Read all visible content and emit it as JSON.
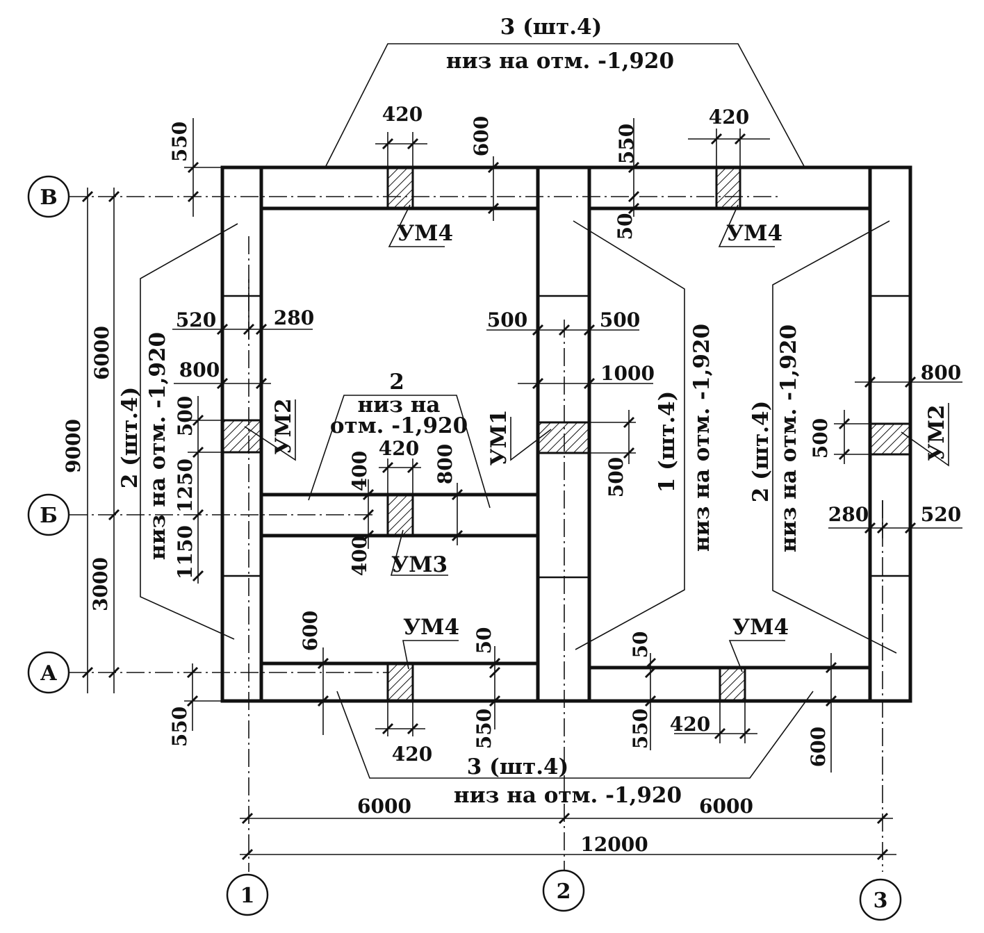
{
  "colors": {
    "ink": "#111111",
    "paper": "#ffffff"
  },
  "axes": {
    "rows": [
      "В",
      "Б",
      "А"
    ],
    "cols": [
      "1",
      "2",
      "3"
    ]
  },
  "beams": {
    "top": {
      "label": "3 (шт.4)",
      "note": "низ на отм. -1,920"
    },
    "bottom": {
      "label": "3 (шт.4)",
      "note": "низ на отм. -1,920"
    },
    "left": {
      "label": "2 (шт.4)",
      "note": "низ на отм. -1,920"
    },
    "right": {
      "label": "2 (шт.4)",
      "note": "низ на отм. -1,920"
    },
    "center": {
      "label": "1 (шт.4)",
      "note": "низ на отм. -1,920"
    },
    "middle": {
      "label": "2",
      "note_line1": "низ на",
      "note_line2": "отм. -1,920"
    }
  },
  "nodes": {
    "um1": "УМ1",
    "um2": "УМ2",
    "um3": "УМ3",
    "um4": "УМ4"
  },
  "dims": {
    "d420": "420",
    "d600": "600",
    "d550": "550",
    "d50": "50",
    "d520": "520",
    "d280": "280",
    "d800": "800",
    "d500": "500",
    "d1000": "1000",
    "d1250": "1250",
    "d1150": "1150",
    "d400": "400",
    "d6000": "6000",
    "d3000": "3000",
    "d9000": "9000",
    "d12000": "12000"
  }
}
